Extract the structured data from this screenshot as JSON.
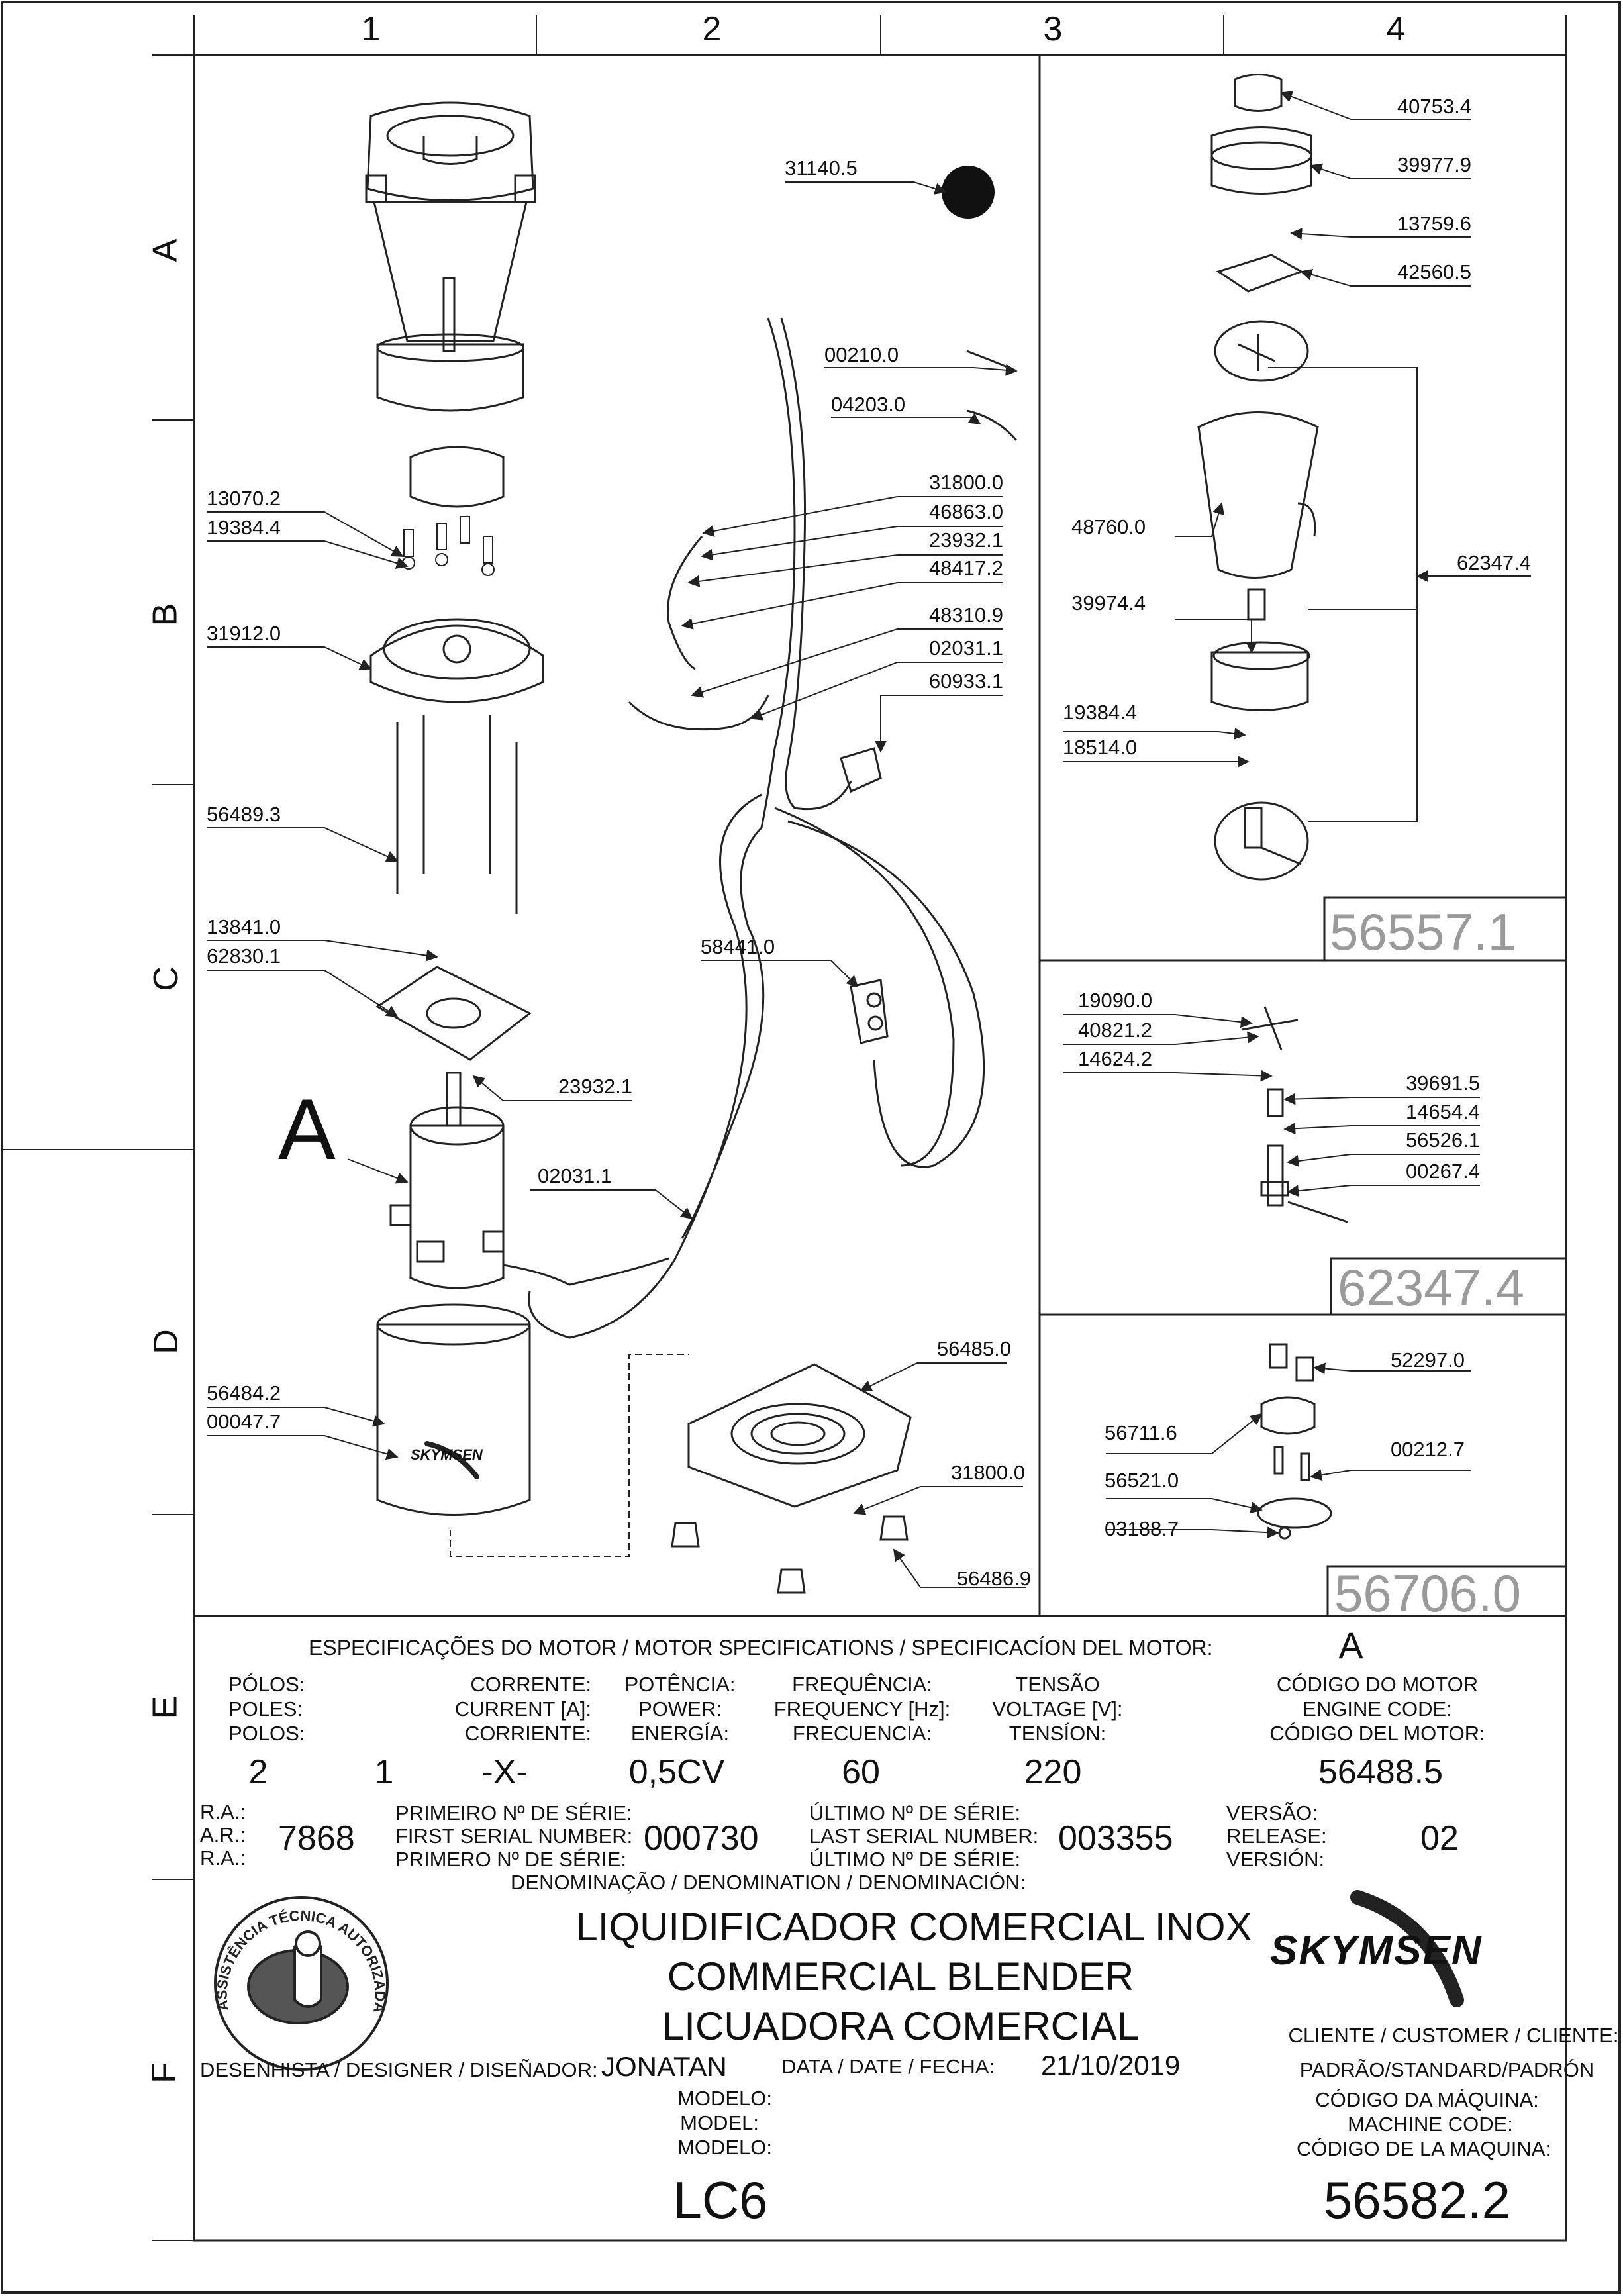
{
  "grid": {
    "columns": [
      "1",
      "2",
      "3",
      "4"
    ],
    "rows": [
      "A",
      "B",
      "C",
      "D",
      "E",
      "F"
    ]
  },
  "main_callout": "A",
  "parts": {
    "main": [
      {
        "code": "31140.5"
      },
      {
        "code": "00210.0"
      },
      {
        "code": "04203.0"
      },
      {
        "code": "13070.2"
      },
      {
        "code": "19384.4"
      },
      {
        "code": "31912.0"
      },
      {
        "code": "31800.0"
      },
      {
        "code": "46863.0"
      },
      {
        "code": "23932.1"
      },
      {
        "code": "48417.2"
      },
      {
        "code": "48310.9"
      },
      {
        "code": "02031.1"
      },
      {
        "code": "60933.1"
      },
      {
        "code": "56489.3"
      },
      {
        "code": "13841.0"
      },
      {
        "code": "62830.1"
      },
      {
        "code": "58441.0"
      },
      {
        "code": "23932.1"
      },
      {
        "code": "02031.1"
      },
      {
        "code": "56485.0"
      },
      {
        "code": "56484.2"
      },
      {
        "code": "00047.7"
      },
      {
        "code": "31800.0"
      },
      {
        "code": "56486.9"
      }
    ],
    "cup_assembly": [
      {
        "code": "40753.4"
      },
      {
        "code": "39977.9"
      },
      {
        "code": "13759.6"
      },
      {
        "code": "42560.5"
      },
      {
        "code": "48760.0"
      },
      {
        "code": "62347.4"
      },
      {
        "code": "39974.4"
      },
      {
        "code": "19384.4"
      },
      {
        "code": "18514.0"
      }
    ],
    "blade_assembly": [
      {
        "code": "19090.0"
      },
      {
        "code": "40821.2"
      },
      {
        "code": "14624.2"
      },
      {
        "code": "39691.5"
      },
      {
        "code": "14654.4"
      },
      {
        "code": "56526.1"
      },
      {
        "code": "00267.4"
      }
    ],
    "coupling_assembly": [
      {
        "code": "52297.0"
      },
      {
        "code": "56711.6"
      },
      {
        "code": "00212.7"
      },
      {
        "code": "56521.0"
      },
      {
        "code": "03188.7"
      }
    ]
  },
  "assembly_codes": {
    "cup": "56557.1",
    "blade": "62347.4",
    "coupling": "56706.0"
  },
  "motor": {
    "heading": "ESPECIFICAÇÕES DO MOTOR / MOTOR SPECIFICATIONS / SPECIFICACÍON DEL MOTOR:",
    "callout": "A",
    "poles_label": [
      "PÓLOS:",
      "POLES:",
      "POLOS:"
    ],
    "current_label": [
      "CORRENTE:",
      "CURRENT [A]:",
      "CORRIENTE:"
    ],
    "power_label": [
      "POTÊNCIA:",
      "POWER:",
      "ENERGÍA:"
    ],
    "frequency_label": [
      "FREQUÊNCIA:",
      "FREQUENCY [Hz]:",
      "FRECUENCIA:"
    ],
    "voltage_label": [
      "TENSÃO",
      "VOLTAGE [V]:",
      "TENSÍON:"
    ],
    "code_label": [
      "CÓDIGO DO MOTOR",
      "ENGINE CODE:",
      "CÓDIGO DEL MOTOR:"
    ],
    "poles": "2",
    "current": "1",
    "power_dash": "-X-",
    "power": "0,5CV",
    "frequency": "60",
    "voltage": "220",
    "code": "56488.5"
  },
  "record": {
    "ra_label": [
      "R.A.:",
      "A.R.:",
      "R.A.:"
    ],
    "ra": "7868",
    "first_serial_label": [
      "PRIMEIRO Nº DE SÉRIE:",
      "FIRST SERIAL NUMBER:",
      "PRIMERO Nº DE SÉRIE:"
    ],
    "first_serial": "000730",
    "last_serial_label": [
      "ÚLTIMO Nº DE SÉRIE:",
      "LAST SERIAL NUMBER:",
      "ÚLTIMO Nº DE SÉRIE:"
    ],
    "last_serial": "003355",
    "release_label": [
      "VERSÃO:",
      "RELEASE:",
      "VERSIÓN:"
    ],
    "release": "02"
  },
  "denomination": {
    "label": "DENOMINAÇÃO / DENOMINATION / DENOMINACIÓN:",
    "names": [
      "LIQUIDIFICADOR COMERCIAL INOX",
      "COMMERCIAL BLENDER",
      "LICUADORA COMERCIAL"
    ]
  },
  "seal": {
    "text": "ASSISTÊNCIA TÉCNICA AUTORIZADA"
  },
  "brand": "SKYMSEN",
  "designer": {
    "label": "DESENHISTA / DESIGNER / DISEÑADOR:",
    "name": "JONATAN"
  },
  "date": {
    "label": "DATA / DATE / FECHA:",
    "value": "21/10/2019"
  },
  "client": {
    "label": "CLIENTE / CUSTOMER / CLIENTE:",
    "value": "PADRÃO/STANDARD/PADRÓN"
  },
  "model": {
    "label": [
      "MODELO:",
      "MODEL:",
      "MODELO:"
    ],
    "value": "LC6"
  },
  "machine_code": {
    "label": [
      "CÓDIGO DA MÁQUINA:",
      "MACHINE CODE:",
      "CÓDIGO DE LA MAQUINA:"
    ],
    "value": "56582.2"
  },
  "colors": {
    "line": "#222222",
    "paper": "#ffffff",
    "stamp_text": "#9a9a9a"
  }
}
